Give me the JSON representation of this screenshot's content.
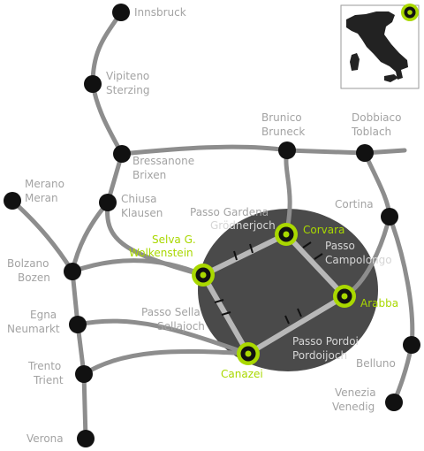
{
  "map": {
    "area_color": "#4a4a4a",
    "highlight_color": "#a9d800",
    "road_color": "#8d8d8d",
    "label_color": "#a3a3a3"
  },
  "towns": {
    "innsbruck": "Innsbruck",
    "vipiteno": [
      "Vipiteno",
      "Sterzing"
    ],
    "bressanone": [
      "Bressanone",
      "Brixen"
    ],
    "brunico": [
      "Brunico",
      "Bruneck"
    ],
    "dobbiaco": [
      "Dobbiaco",
      "Toblach"
    ],
    "merano": [
      "Merano",
      "Meran"
    ],
    "chiusa": [
      "Chiusa",
      "Klausen"
    ],
    "bolzano": [
      "Bolzano",
      "Bozen"
    ],
    "egna": [
      "Egna",
      "Neumarkt"
    ],
    "trento": [
      "Trento",
      "Trient"
    ],
    "verona": "Verona",
    "cortina": "Cortina",
    "belluno": "Belluno",
    "venezia": [
      "Venezia",
      "Venedig"
    ]
  },
  "sella_ronda": {
    "selva": [
      "Selva G.",
      "Wolkenstein"
    ],
    "corvara": "Corvara",
    "arabba": "Arabba",
    "canazei": "Canazei"
  },
  "passes": {
    "gardena": [
      "Passo Gardena",
      "Grödnerjoch"
    ],
    "campolongo": [
      "Passo",
      "Campolongo"
    ],
    "sella": [
      "Passo Sella",
      "Sellajoch"
    ],
    "pordoi": [
      "Passo Pordoi",
      "Pordoijoch"
    ]
  },
  "inset": {
    "label": "Italy location map",
    "marker_icon": "location-marker-icon"
  }
}
